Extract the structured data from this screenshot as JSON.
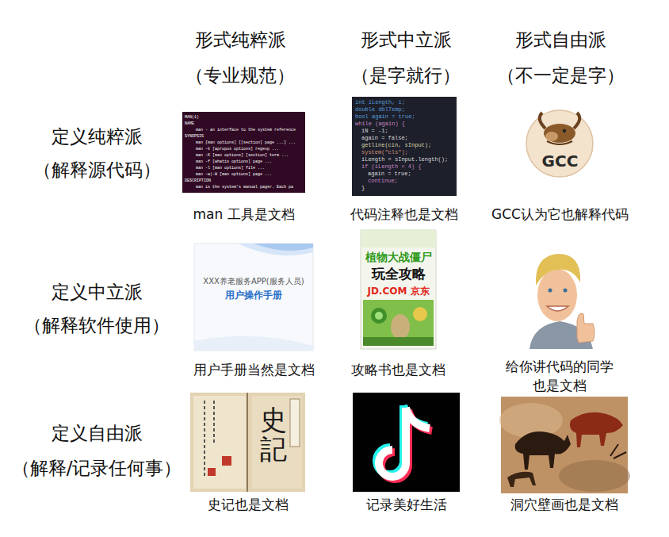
{
  "diagram": {
    "nodes": [
      {
        "text": [
          "MAN(1)",
          "NAME",
          "man - an interface to the system reference",
          "SYNOPSIS",
          "man [man options] [[section] page ...] ...",
          "man -k [apropos options] regexp ...",
          "man -K [man options] [section] term ...",
          "man -f [whatis options] page ...",
          "man -l [man options] file ...",
          "man -w|-W [man options] page ...",
          "DESCRIPTION",
          "man is the system's manual pager. Each pa",
          "man 工具是文档"
        ]
      },
      {
        "text": [
          "int iLength, i;",
          "double dblTemp;",
          "bool again = true;",
          "while (again) {",
          "iN = -1;",
          "again = false;",
          "getline(cin, sInput);",
          "system(\"cls\");",
          "iLength = sInput.length();",
          "if (iLength < 4) {",
          "again = true;",
          "continue;",
          "}",
          "代码注释也是文档"
        ]
      },
      {
        "text": [
          "GCC",
          "GCC认为它也解释代码"
        ]
      },
      {
        "text": [
          "XXX养老服务APP(服务人员)",
          "用户操作手册",
          "用户手册当然是文档"
        ]
      },
      {
        "text": [
          "植物大战僵尸",
          "玩全攻略",
          "JD.COM 京东",
          "攻略书也是文档"
        ]
      },
      {
        "text": [
          "给你讲代码的同学 也是文档"
        ]
      },
      {
        "text": [
          "史記",
          "史记也是文档"
        ]
      },
      {
        "text": [
          "记录美好生活"
        ]
      },
      {
        "text": [
          "洞穴壁画也是文档"
        ]
      }
    ],
    "labels": [
      "形式纯粹派",
      "（专业规范）",
      "形式中立派",
      "（是字就行）",
      "形式自由派",
      "（不一定是字）",
      "定义纯粹派",
      "（解释源代码）",
      "定义中立派",
      "（解释软件使用）",
      "定义自由派",
      "（解释/记录任何事）"
    ]
  }
}
